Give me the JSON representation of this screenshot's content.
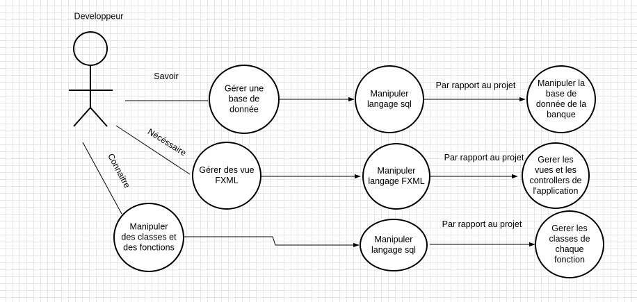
{
  "actor": {
    "name": "Developpeur"
  },
  "usecases": {
    "gerer_base": "Gérer une\nbase de\ndonnée",
    "gerer_vue": "Gérer des vue\nFXML",
    "manip_classes": "Manipuler\ndes classes et\ndes fonctions",
    "manip_sql_1": "Manipuler\nlangage sql",
    "manip_fxml": "Manipuler\nlangage FXML",
    "manip_sql_2": "Manipuler\nlangage sql",
    "manip_base_banque": "Manipuler la\nbase de\ndonnée de la\nbanque",
    "gerer_vues_controllers": "Gerer les\nvues et les\ncontrollers de\nl'application",
    "gerer_classes": "Gerer les\nclasses de\nchaque\nfonction"
  },
  "edges": {
    "savoir": "Savoir",
    "necessaire": "Nécéssaire",
    "connaitre": "Connaitre",
    "par_rapport_1": "Par rapport au projet",
    "par_rapport_2": "Par rapport au projet",
    "par_rapport_3": "Par rapport au projet"
  }
}
